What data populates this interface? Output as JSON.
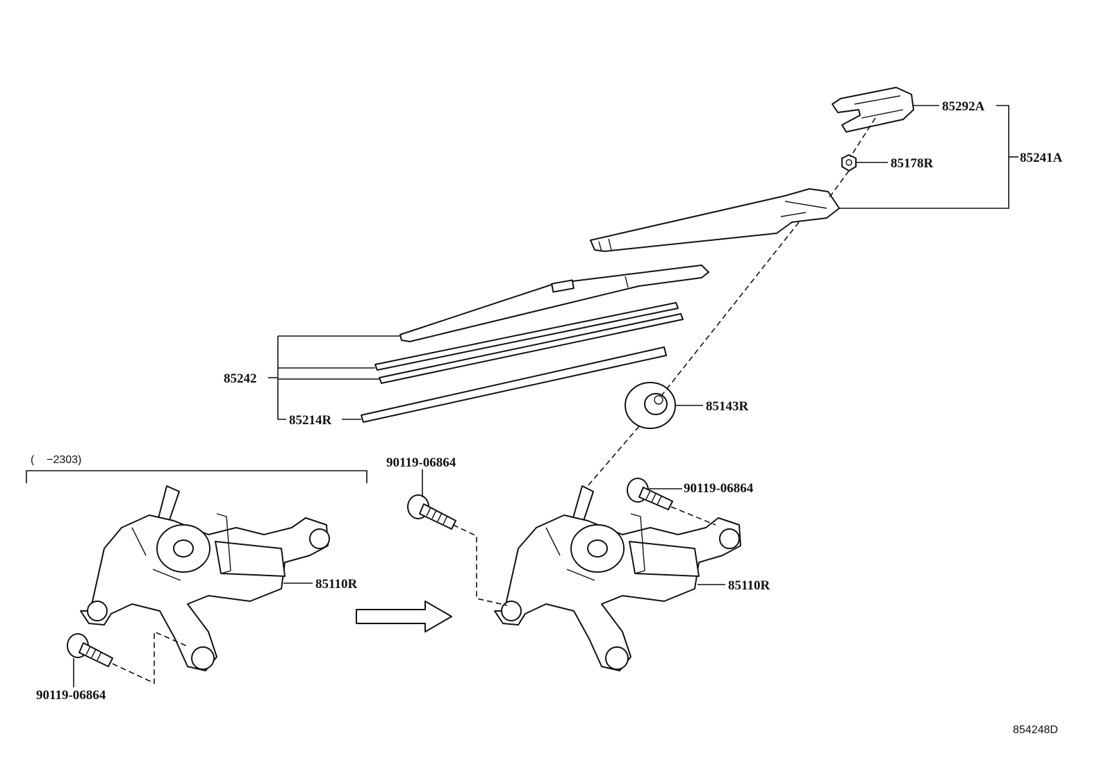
{
  "labels": {
    "cap": "85292A",
    "nut": "85178R",
    "arm_assy": "85241A",
    "blade_assy": "85242",
    "blade_rubber": "85214R",
    "pivot_cover": "85143R",
    "bolt_center_top": "90119-06864",
    "bolt_right_top": "90119-06864",
    "bolt_left_bottom": "90119-06864",
    "motor_left": "85110R",
    "motor_right": "85110R",
    "date_range": "(    −2303)",
    "diagram_code": "854248D"
  }
}
